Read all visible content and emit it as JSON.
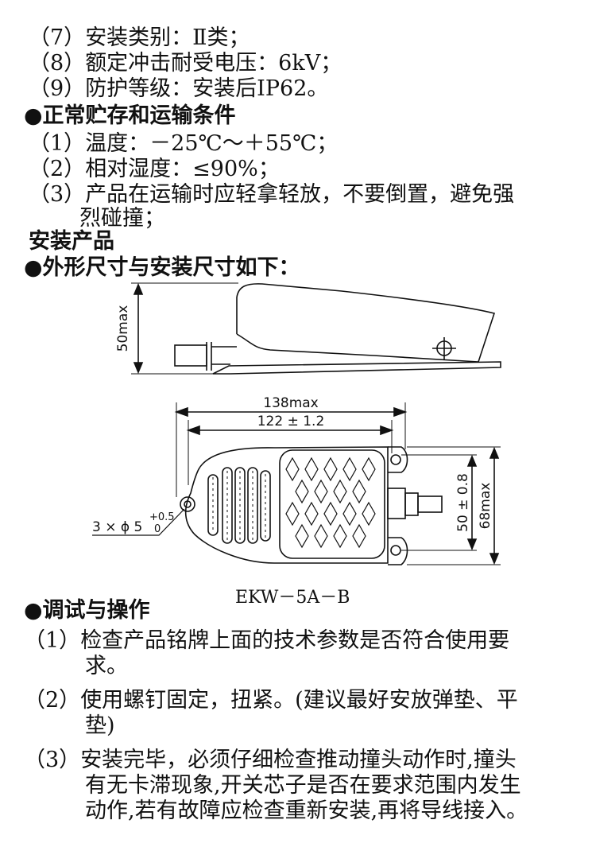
{
  "install_params": [
    {
      "num": "（7）",
      "text": "安装类别：Ⅱ类；"
    },
    {
      "num": "（8）",
      "text": "额定冲击耐受电压：6kV；"
    },
    {
      "num": "（9）",
      "text": "防护等级：安装后IP62。"
    }
  ],
  "storage": {
    "heading": "●正常贮存和运输条件",
    "items": [
      {
        "num": "（1）",
        "text": "温度：－25℃～＋55℃；"
      },
      {
        "num": "（2）",
        "text": "相对湿度：≤90%；"
      },
      {
        "num": "（3）",
        "text": "产品在运输时应轻拿轻放，不要倒置，避免强"
      }
    ],
    "item3_cont": "烈碰撞；"
  },
  "install_section_title": "安装产品",
  "dimensions": {
    "heading": "●外形尺寸与安装尺寸如下：",
    "height_label": "50max",
    "length_outer": "138max",
    "length_inner": "122 ± 1.2",
    "hole_label": "3 × ϕ 5",
    "hole_tol_upper": "+0.5",
    "hole_tol_lower": "0",
    "width_inner": "50 ± 0.8",
    "width_outer": "68max",
    "model": "EKW－5A－B"
  },
  "operation": {
    "heading": "●调试与操作",
    "items": [
      {
        "num": "（1）",
        "lines": [
          "检查产品铭牌上面的技术参数是否符合使用要",
          "求。"
        ]
      },
      {
        "num": "（2）",
        "lines": [
          "使用螺钉固定，扭紧。(建议最好安放弹垫、平",
          "垫)"
        ]
      },
      {
        "num": "（3）",
        "lines": [
          "安装完毕，必须仔细检查推动撞头动作时,撞头",
          "有无卡滞现象,开关芯子是否在要求范围内发生",
          "动作,若有故障应检查重新安装,再将导线接入。"
        ]
      }
    ]
  }
}
